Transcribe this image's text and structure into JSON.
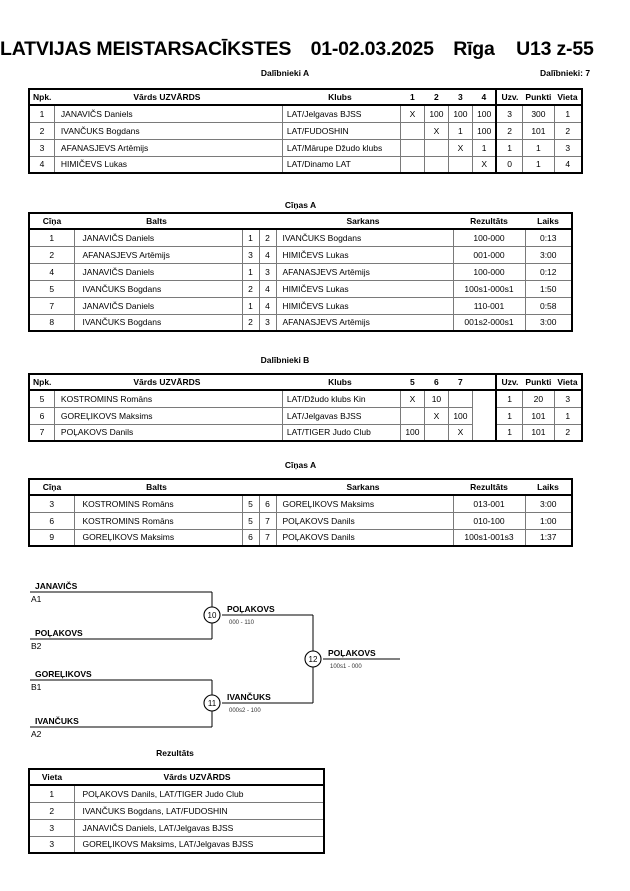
{
  "header": {
    "championship": "LATVIJAS MEISTARSACĪKSTES",
    "dates": "01-02.03.2025",
    "city": "Rīga",
    "category": "U13 z-55",
    "participants_label": "Dalībnieki: 7"
  },
  "sections": {
    "pool_a_title": "Dalībnieki A",
    "pool_b_title": "Dalībnieki B",
    "fights_a_title": "Cīņas A",
    "fights_b_title": "Cīņas A",
    "results_title": "Rezultāts"
  },
  "pool_headers": {
    "npk": "Npk.",
    "name": "Vārds UZVĀRDS",
    "club": "Klubs",
    "uzv": "Uzv.",
    "punkti": "Punkti",
    "vieta": "Vieta"
  },
  "pool_a": {
    "match_columns": [
      "1",
      "2",
      "3",
      "4"
    ],
    "rows": [
      {
        "npk": "1",
        "name": "JANAVIČS Daniels",
        "club": "LAT/Jelgavas BJSS",
        "cells": [
          "X",
          "100",
          "100",
          "100"
        ],
        "uzv": "3",
        "punkti": "300",
        "vieta": "1"
      },
      {
        "npk": "2",
        "name": "IVANČUKS Bogdans",
        "club": "LAT/FUDOSHIN",
        "cells": [
          "",
          "X",
          "1",
          "100"
        ],
        "uzv": "2",
        "punkti": "101",
        "vieta": "2"
      },
      {
        "npk": "3",
        "name": "AFANASJEVS Artēmijs",
        "club": "LAT/Mārupe Džudo klubs",
        "cells": [
          "",
          "",
          "X",
          "1"
        ],
        "uzv": "1",
        "punkti": "1",
        "vieta": "3"
      },
      {
        "npk": "4",
        "name": "HIMIČEVS Lukas",
        "club": "LAT/Dinamo LAT",
        "cells": [
          "",
          "",
          "",
          "X"
        ],
        "uzv": "0",
        "punkti": "1",
        "vieta": "4"
      }
    ]
  },
  "pool_b": {
    "match_columns": [
      "5",
      "6",
      "7"
    ],
    "rows": [
      {
        "npk": "5",
        "name": "KOSTROMINS Romāns",
        "club": "LAT/Džudo klubs Kin",
        "cells": [
          "X",
          "10",
          ""
        ],
        "uzv": "1",
        "punkti": "20",
        "vieta": "3"
      },
      {
        "npk": "6",
        "name": "GOREĻIKOVS Maksims",
        "club": "LAT/Jelgavas BJSS",
        "cells": [
          "",
          "X",
          "100"
        ],
        "uzv": "1",
        "punkti": "101",
        "vieta": "1"
      },
      {
        "npk": "7",
        "name": "POĻAKOVS Danils",
        "club": "LAT/TIGER Judo Club",
        "cells": [
          "100",
          "",
          "X"
        ],
        "uzv": "1",
        "punkti": "101",
        "vieta": "2"
      }
    ]
  },
  "fight_headers": {
    "cina": "Cīņa",
    "white": "Balts",
    "red": "Sarkans",
    "rezultats": "Rezultāts",
    "laiks": "Laiks"
  },
  "fights_a": [
    {
      "cina": "1",
      "white": "JANAVIČS Daniels",
      "nw": "1",
      "nr": "2",
      "red": "IVANČUKS Bogdans",
      "rez": "100-000",
      "laiks": "0:13",
      "winner": "white"
    },
    {
      "cina": "2",
      "white": "AFANASJEVS Artēmijs",
      "nw": "3",
      "nr": "4",
      "red": "HIMIČEVS Lukas",
      "rez": "001-000",
      "laiks": "3:00",
      "winner": "white"
    },
    {
      "cina": "4",
      "white": "JANAVIČS Daniels",
      "nw": "1",
      "nr": "3",
      "red": "AFANASJEVS Artēmijs",
      "rez": "100-000",
      "laiks": "0:12",
      "winner": "white"
    },
    {
      "cina": "5",
      "white": "IVANČUKS Bogdans",
      "nw": "2",
      "nr": "4",
      "red": "HIMIČEVS Lukas",
      "rez": "100s1-000s1",
      "laiks": "1:50",
      "winner": "white"
    },
    {
      "cina": "7",
      "white": "JANAVIČS Daniels",
      "nw": "1",
      "nr": "4",
      "red": "HIMIČEVS Lukas",
      "rez": "110-001",
      "laiks": "0:58",
      "winner": "white"
    },
    {
      "cina": "8",
      "white": "IVANČUKS Bogdans",
      "nw": "2",
      "nr": "3",
      "red": "AFANASJEVS Artēmijs",
      "rez": "001s2-000s1",
      "laiks": "3:00",
      "winner": "white"
    }
  ],
  "fights_b": [
    {
      "cina": "3",
      "white": "KOSTROMINS Romāns",
      "nw": "5",
      "nr": "6",
      "red": "GOREĻIKOVS Maksims",
      "rez": "013-001",
      "laiks": "3:00",
      "winner": "white"
    },
    {
      "cina": "6",
      "white": "KOSTROMINS Romāns",
      "nw": "5",
      "nr": "7",
      "red": "POĻAKOVS Danils",
      "rez": "010-100",
      "laiks": "1:00",
      "winner": "red"
    },
    {
      "cina": "9",
      "white": "GOREĻIKOVS Maksims",
      "nw": "6",
      "nr": "7",
      "red": "POĻAKOVS Danils",
      "rez": "100s1-001s3",
      "laiks": "1:37",
      "winner": "white"
    }
  ],
  "bracket": {
    "entries": [
      {
        "name": "JANAVIČS",
        "seed": "A1"
      },
      {
        "name": "POĻAKOVS",
        "seed": "B2"
      },
      {
        "name": "GOREĻIKOVS",
        "seed": "B1"
      },
      {
        "name": "IVANČUKS",
        "seed": "A2"
      }
    ],
    "matches": [
      {
        "number": "10",
        "winner": "POĻAKOVS",
        "score": "000 - 110"
      },
      {
        "number": "11",
        "winner": "IVANČUKS",
        "score": "000s2 - 100"
      },
      {
        "number": "12",
        "winner": "POĻAKOVS",
        "score": "100s1 - 000"
      }
    ]
  },
  "results_headers": {
    "vieta": "Vieta",
    "name": "Vārds UZVĀRDS"
  },
  "results": [
    {
      "vieta": "1",
      "name": "POĻAKOVS Danils, LAT/TIGER Judo Club"
    },
    {
      "vieta": "2",
      "name": "IVANČUKS Bogdans, LAT/FUDOSHIN"
    },
    {
      "vieta": "3",
      "name": "JANAVIČS Daniels, LAT/Jelgavas BJSS"
    },
    {
      "vieta": "3",
      "name": "GOREĻIKOVS Maksims, LAT/Jelgavas BJSS"
    }
  ],
  "colors": {
    "text": "#000000",
    "grid": "#7a7a7a",
    "border": "#000000"
  }
}
